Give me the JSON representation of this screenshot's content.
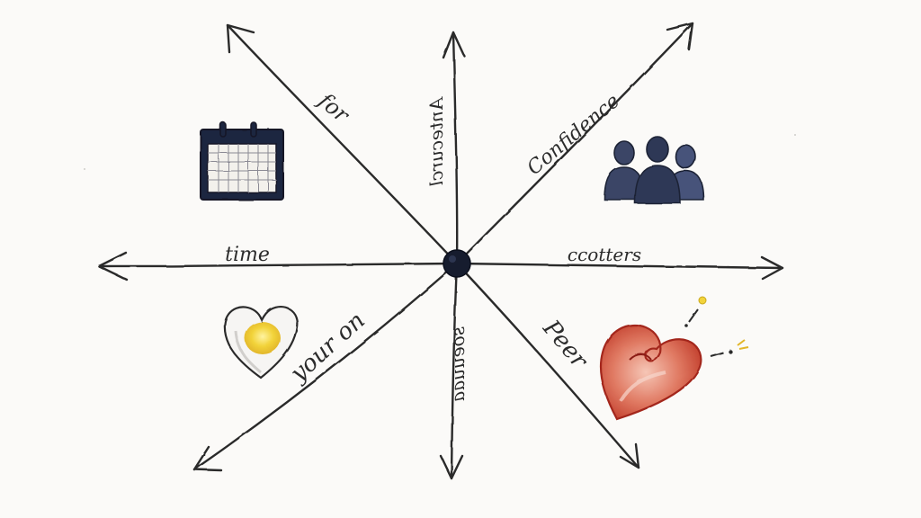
{
  "labels": {
    "upper_left": "for",
    "up": "Antecurcl",
    "upper_right": "Confidence",
    "left": "time",
    "right": "ccotters",
    "lower_left": "your on",
    "down": "soeuuaa",
    "lower_right": "Peer"
  },
  "icons": {
    "upper_left": "calendar-icon",
    "upper_right": "people-group-icon",
    "lower_left": "yellow-heart-icon",
    "lower_right": "red-heart-icon"
  },
  "colors": {
    "background": "#fbfaf8",
    "ink": "#2b2b2b",
    "center_dot": "#161c2e",
    "calendar": "#1f2640",
    "people": "#3a4566",
    "yellow": "#f2d33a",
    "red_heart": "#d9553f"
  }
}
